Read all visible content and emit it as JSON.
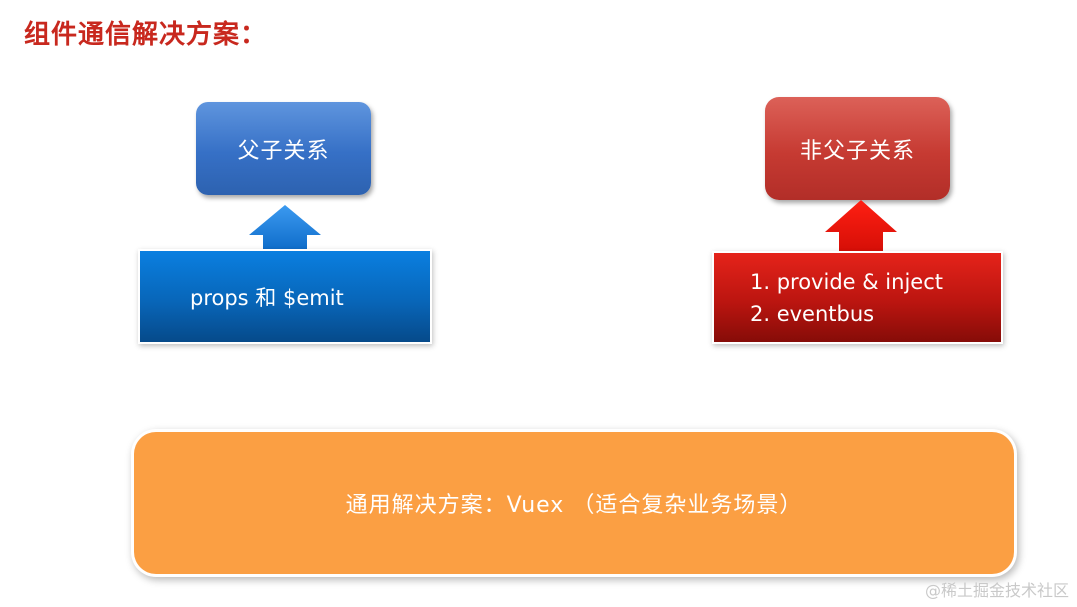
{
  "title": "组件通信解决方案：",
  "parent_child": {
    "title": "父子关系",
    "solution": "props 和 $emit",
    "color": "#3670c6"
  },
  "non_parent_child": {
    "title": "非父子关系",
    "solutions": [
      "1. provide & inject",
      "2. eventbus"
    ],
    "color": "#c63a32"
  },
  "general": {
    "text": "通用解决方案：Vuex （适合复杂业务场景）",
    "color": "#fb9f43"
  },
  "watermark": "@稀土掘金技术社区"
}
